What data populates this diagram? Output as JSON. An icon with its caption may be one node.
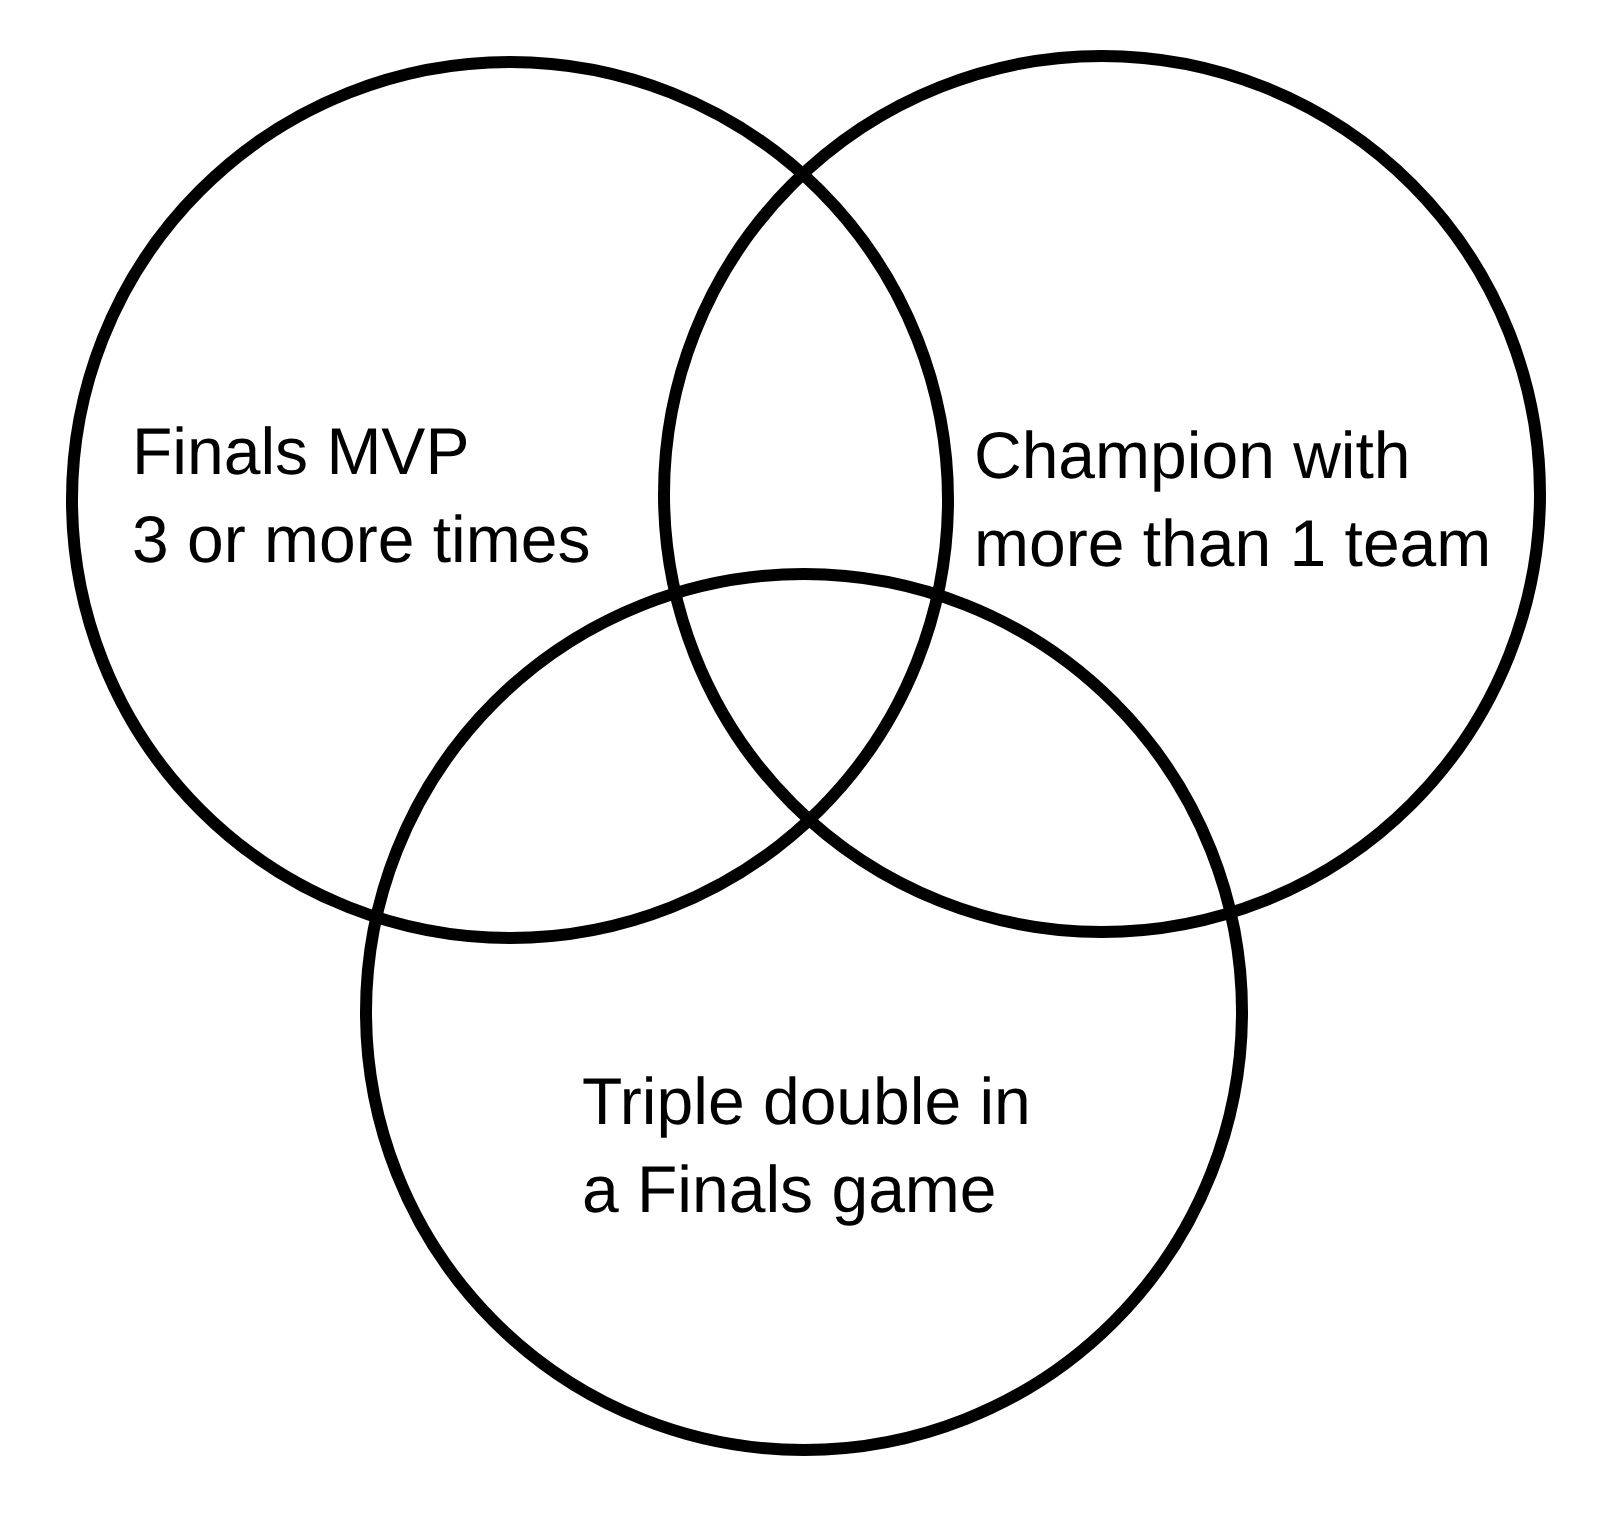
{
  "diagram": {
    "nodes": [
      {
        "text": [
          "Finals MVP 3 or more times"
        ]
      },
      {
        "text": [
          "Champion with more than 1 team"
        ]
      },
      {
        "text": [
          "Triple double in a Finals game"
        ]
      }
    ]
  }
}
